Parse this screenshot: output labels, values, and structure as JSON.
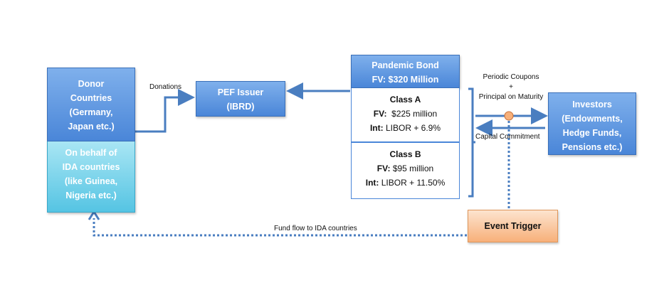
{
  "donor": {
    "lines": [
      "Donor",
      "Countries",
      "(Germany,",
      "Japan etc.)"
    ],
    "behalf_lines": [
      "On behalf of",
      "IDA countries",
      "(like Guinea,",
      "Nigeria etc.)"
    ]
  },
  "pef_issuer": {
    "lines": [
      "PEF Issuer",
      "(IBRD)"
    ]
  },
  "pandemic_bond": {
    "title": "Pandemic Bond",
    "fv": "FV: $320 Million",
    "class_a": {
      "name": "Class A",
      "fv_label": "FV:",
      "fv_value": "$225 million",
      "int_label": "Int:",
      "int_value": "LIBOR + 6.9%"
    },
    "class_b": {
      "name": "Class B",
      "fv_label": "FV:",
      "fv_value": "$95 million",
      "int_label": "Int:",
      "int_value": "LIBOR + 11.50%"
    }
  },
  "investors": {
    "lines": [
      "Investors",
      "(Endowments,",
      "Hedge Funds,",
      "Pensions etc.)"
    ]
  },
  "event_trigger": "Event Trigger",
  "labels": {
    "donations": "Donations",
    "coupons_line1": "Periodic Coupons",
    "coupons_line2": "+",
    "coupons_line3": "Principal on Maturity",
    "capital": "Capital Commitment",
    "fund_flow": "Fund flow to IDA countries"
  },
  "colors": {
    "box_blue": "#4a86d8",
    "box_cyan": "#55c4e3",
    "event_orange": "#f7b07a",
    "arrow": "#4a7ec0"
  }
}
